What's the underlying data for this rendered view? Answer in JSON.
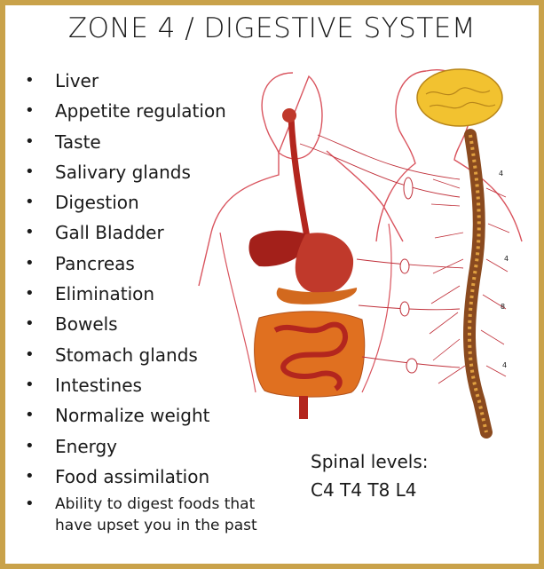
{
  "title": "ZONE 4 / DIGESTIVE SYSTEM",
  "items": [
    "Liver",
    "Appetite regulation",
    "Taste",
    "Salivary glands",
    "Digestion",
    "Gall Bladder",
    "Pancreas",
    "Elimination",
    "Bowels",
    "Stomach glands",
    "Intestines",
    "Normalize weight",
    "Energy",
    "Food assimilation",
    "Ability to digest foods that have upset you in the past"
  ],
  "bullet": "•",
  "spinal": {
    "label": "Spinal levels:",
    "levels": "C4 T4 T8 L4"
  },
  "figure_labels": [
    "4",
    "4",
    "8",
    "4"
  ],
  "colors": {
    "border": "#c9a24a",
    "nerve": "#c0303a",
    "organ": "#b3261e",
    "brain": "#f2c230",
    "spine": "#8a4a1f"
  }
}
